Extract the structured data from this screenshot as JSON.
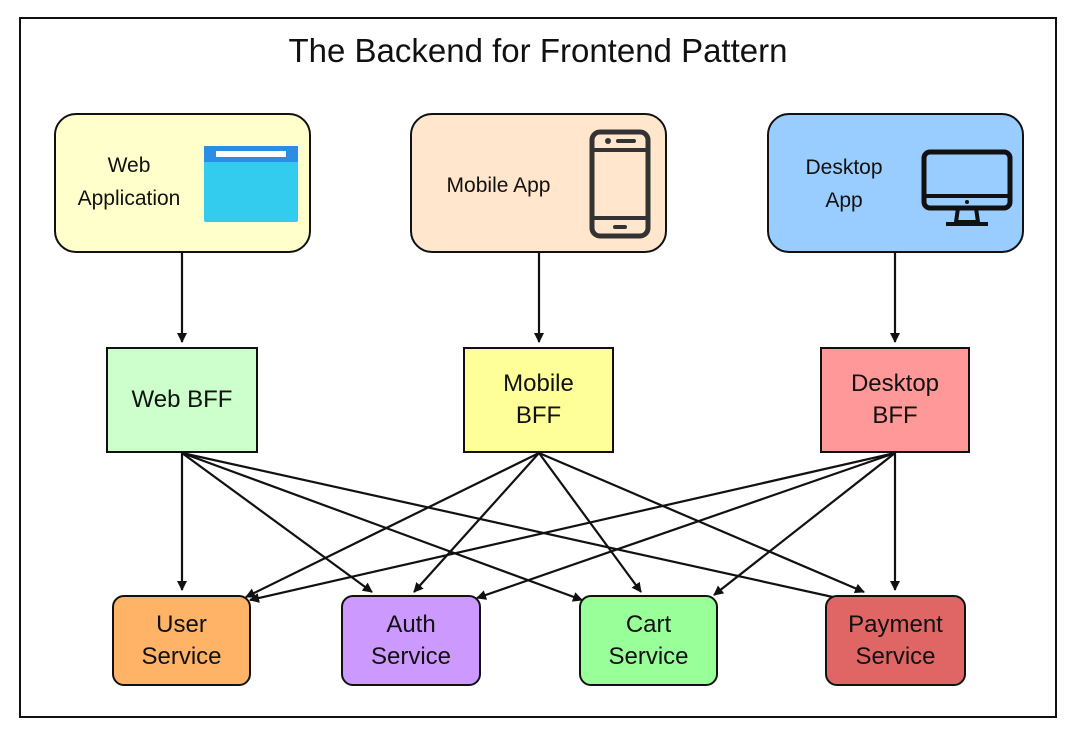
{
  "diagram": {
    "title": "The Backend for Frontend Pattern",
    "clients": [
      {
        "id": "web",
        "label": "Web\nApplication",
        "icon": "browser-window-icon",
        "color": "#ffffcc"
      },
      {
        "id": "mobile",
        "label": "Mobile App",
        "icon": "smartphone-icon",
        "color": "#ffe6cc"
      },
      {
        "id": "desktop",
        "label": "Desktop\nApp",
        "icon": "desktop-monitor-icon",
        "color": "#99ccff"
      }
    ],
    "bffs": [
      {
        "id": "web_bff",
        "label": "Web BFF",
        "color": "#ccffcc"
      },
      {
        "id": "mobile_bff",
        "label": "Mobile\nBFF",
        "color": "#ffff99"
      },
      {
        "id": "desktop_bff",
        "label": "Desktop\nBFF",
        "color": "#ff9999"
      }
    ],
    "services": [
      {
        "id": "user",
        "label": "User\nService",
        "color": "#ffb366"
      },
      {
        "id": "auth",
        "label": "Auth\nService",
        "color": "#cc99ff"
      },
      {
        "id": "cart",
        "label": "Cart\nService",
        "color": "#99ff99"
      },
      {
        "id": "payment",
        "label": "Payment\nService",
        "color": "#e06666"
      }
    ],
    "connections": [
      [
        "web",
        "web_bff"
      ],
      [
        "mobile",
        "mobile_bff"
      ],
      [
        "desktop",
        "desktop_bff"
      ],
      [
        "web_bff",
        "user"
      ],
      [
        "web_bff",
        "auth"
      ],
      [
        "web_bff",
        "cart"
      ],
      [
        "web_bff",
        "payment"
      ],
      [
        "mobile_bff",
        "user"
      ],
      [
        "mobile_bff",
        "auth"
      ],
      [
        "mobile_bff",
        "cart"
      ],
      [
        "mobile_bff",
        "payment"
      ],
      [
        "desktop_bff",
        "user"
      ],
      [
        "desktop_bff",
        "auth"
      ],
      [
        "desktop_bff",
        "cart"
      ],
      [
        "desktop_bff",
        "payment"
      ]
    ]
  }
}
